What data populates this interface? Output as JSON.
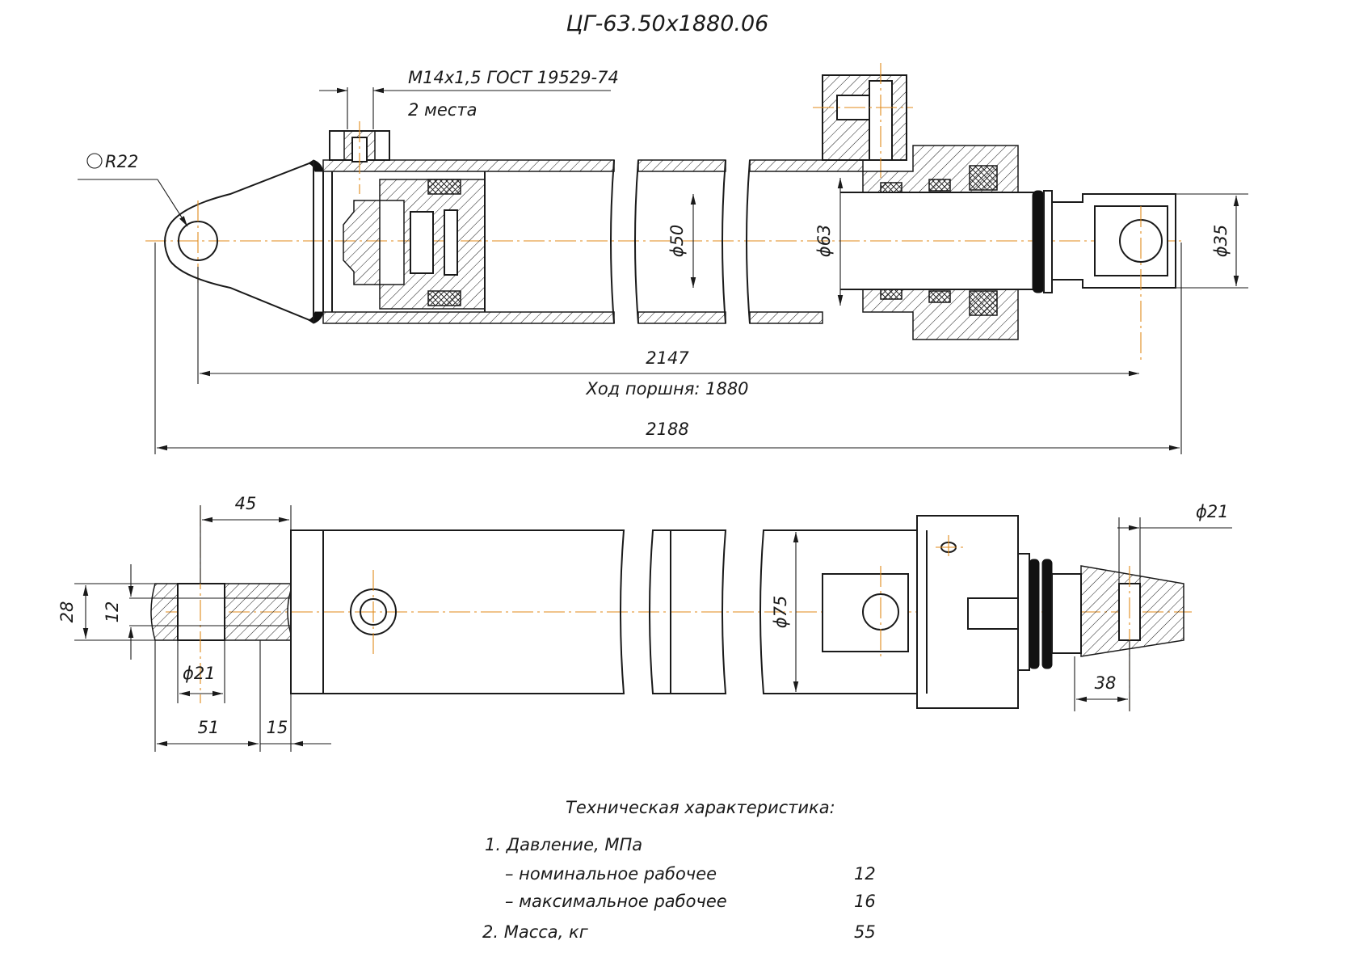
{
  "title": "ЦГ-63.50х1880.06",
  "callouts": {
    "thread": "М14х1,5 ГОСТ 19529-74",
    "thread_qty": "2 места",
    "radius": "R22"
  },
  "dimensions": {
    "rod_dia": "ϕ50",
    "bore_dia": "ϕ63",
    "eye_width": "ϕ35",
    "length_pin_to_pin": "2147",
    "stroke": "Ход поршня: 1880",
    "overall_length": "2188",
    "tail_offset": "45",
    "outer_dia": "ϕ75",
    "rod_pin_hole": "ϕ21",
    "tail_pin_hole": "ϕ21",
    "tail_height": "28",
    "tail_slot": "12",
    "tail_len_51": "51",
    "tail_len_15": "15",
    "rod_eye_len": "38"
  },
  "specs": {
    "heading": "Техническая характеристика:",
    "items": [
      {
        "label": "1. Давление, МПа",
        "value": ""
      },
      {
        "label": "– номинальное рабочее",
        "value": "12"
      },
      {
        "label": "– максимальное рабочее",
        "value": "16"
      },
      {
        "label": "2. Масса, кг",
        "value": "55"
      }
    ]
  },
  "colors": {
    "lines": "#1a1a1a",
    "axis": "#e08a1a"
  }
}
